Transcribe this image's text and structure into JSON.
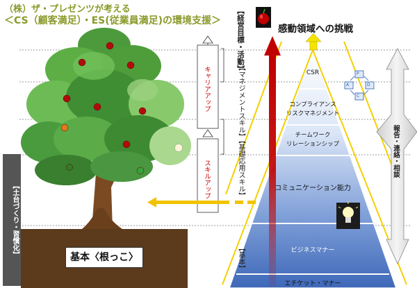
{
  "title": {
    "line1": "（株）ザ・プレゼンツが考える",
    "line2": "＜CS（顧客満足）・ES(従業員満足)の環境支援＞"
  },
  "banner": "感動領域への挑戦",
  "left_stage_labels": {
    "keiei": "【経営目標・活動】",
    "mgmt": "【マネジメントスキル】",
    "kiso": "【基礎応用スキル】",
    "kihon": "【基本】"
  },
  "step_labels": {
    "career_up": "キャリアアップ",
    "skill_up": "スキルアップ"
  },
  "dosha_label": "【土台づくり・習慣化】",
  "root_label": "基本〈根っこ〉",
  "pyramid": {
    "csr": "CSR",
    "compliance": [
      "コンプライアンス",
      "リスクマネジメント"
    ],
    "teamwork": [
      "チームワーク",
      "リレーションシップ"
    ],
    "communication": "コミュニケーション能力",
    "business": "ビジネスマナー",
    "etiquette": "エチケット・マナー"
  },
  "right_label": "報告・連絡・相談",
  "pdca": {
    "p": "P",
    "d": "D",
    "c": "C",
    "a": "A"
  },
  "colors": {
    "title": "#8a9a2a",
    "soil": "#5c3a1c",
    "soil_side": "#525252",
    "arrow_red": "#c00000",
    "arrow_yellow": "#f5c518",
    "pyramid_top": "#ffffff",
    "pyramid_bottom": "#4a72c0"
  },
  "icons": [
    "apple-icon",
    "lightbulb-icon",
    "pdca-cycle-icon"
  ]
}
